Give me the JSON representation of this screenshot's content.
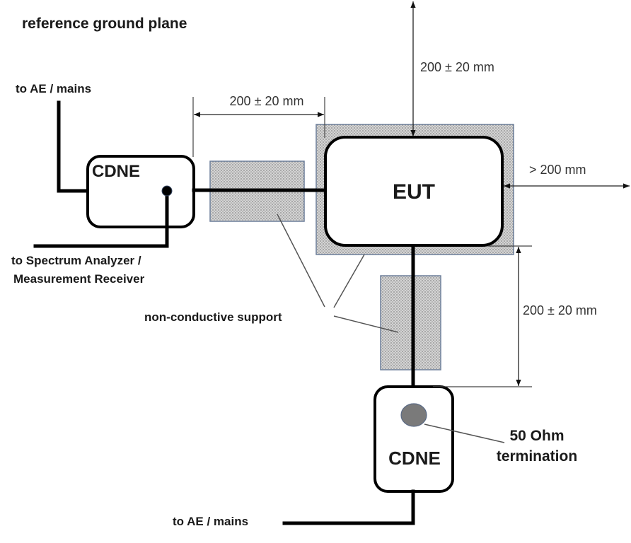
{
  "diagram": {
    "title": "reference ground plane",
    "blocks": {
      "cdne_left": "CDNE",
      "eut": "EUT",
      "cdne_bottom": "CDNE"
    },
    "labels": {
      "to_ae_mains_top": "to AE / mains",
      "to_spectrum_line1": "to Spectrum Analyzer /",
      "to_spectrum_line2": "Measurement Receiver",
      "non_conductive_support": "non-conductive support",
      "termination_line1": "50 Ohm",
      "termination_line2": "termination",
      "to_ae_mains_bottom": "to AE / mains"
    },
    "dimensions": {
      "cdne_to_eut_horizontal": "200 ± 20 mm",
      "eut_to_top": "200 ± 20 mm",
      "eut_to_right": "> 200 mm",
      "eut_to_cdne_vertical": "200 ± 20 mm"
    },
    "colors": {
      "support_fill": "#c8c8c8",
      "support_border": "#6d7f9a",
      "termination_fill": "#7a7a7a"
    }
  }
}
